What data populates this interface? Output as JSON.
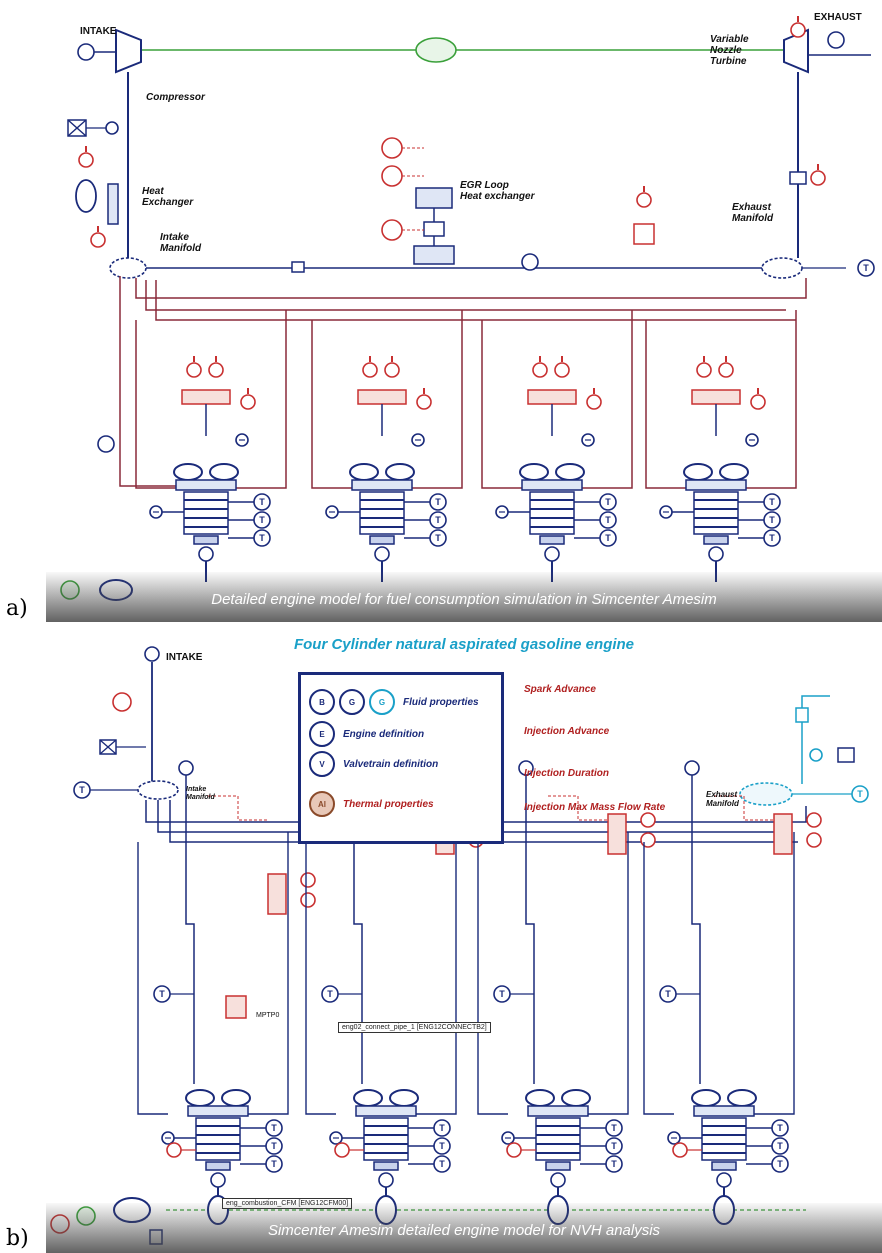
{
  "panel_a": {
    "label": "a)",
    "intake": "INTAKE",
    "exhaust": "EXHAUST",
    "compressor": "Compressor",
    "heat_exchanger": "Heat\nExchanger",
    "intake_manifold": "Intake\nManifold",
    "egr_loop": "EGR Loop\nHeat exchanger",
    "exhaust_manifold": "Exhaust\nManifold",
    "turbine": "Variable\nNozzle\nTurbine",
    "caption": "Detailed engine model for fuel consumption simulation in Simcenter Amesim"
  },
  "panel_b": {
    "label": "b)",
    "title": "Four Cylinder natural aspirated gasoline engine",
    "intake": "INTAKE",
    "intake_manifold": "Intake\nManifold",
    "exhaust_manifold": "Exhaust\nManifold",
    "legend": {
      "fluid": "Fluid properties",
      "engine": "Engine definition",
      "valvetrain": "Valvetrain definition",
      "thermal": "Thermal properties"
    },
    "side_list": {
      "spark": "Spark Advance",
      "inj_adv": "Injection Advance",
      "inj_dur": "Injection Duration",
      "inj_max": "Injection Max Mass Flow Rate"
    },
    "tag_pipe": "eng02_connect_pipe_1 [ENG12CONNECTB2]",
    "tag_comb": "eng_combustion_CFM [ENG12CFM00]",
    "tag_mptp": "MPTP0",
    "caption": "Simcenter Amesim detailed engine model for NVH analysis"
  },
  "colors": {
    "navy": "#1a2a7a",
    "maroon": "#8a2a3a",
    "red": "#c83030",
    "green": "#3aa03a",
    "cyan": "#1aa0c8"
  }
}
